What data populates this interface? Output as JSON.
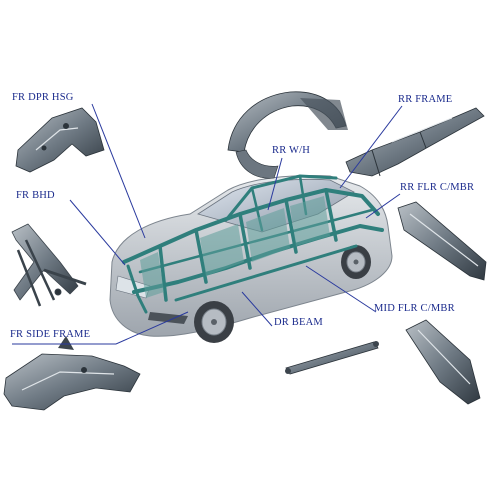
{
  "labels": {
    "fr_dpr_hsg": "FR DPR HSG",
    "fr_bhd": "FR BHD",
    "fr_side_frame": "FR SIDE FRAME",
    "rr_frame": "RR FRAME",
    "rr_wh": "RR W/H",
    "rr_flr_cmbr": "RR FLR C/MBR",
    "mid_flr_cmbr": "MID FLR C/MBR",
    "dr_beam": "DR BEAM"
  },
  "colors": {
    "label_text": "#1a2a8c",
    "leader_line": "#2a3a9e",
    "car_body": "#c8ccd2",
    "car_frame": "#3f8f8c",
    "part_metal": "#5e6a74",
    "background": "#ffffff"
  }
}
